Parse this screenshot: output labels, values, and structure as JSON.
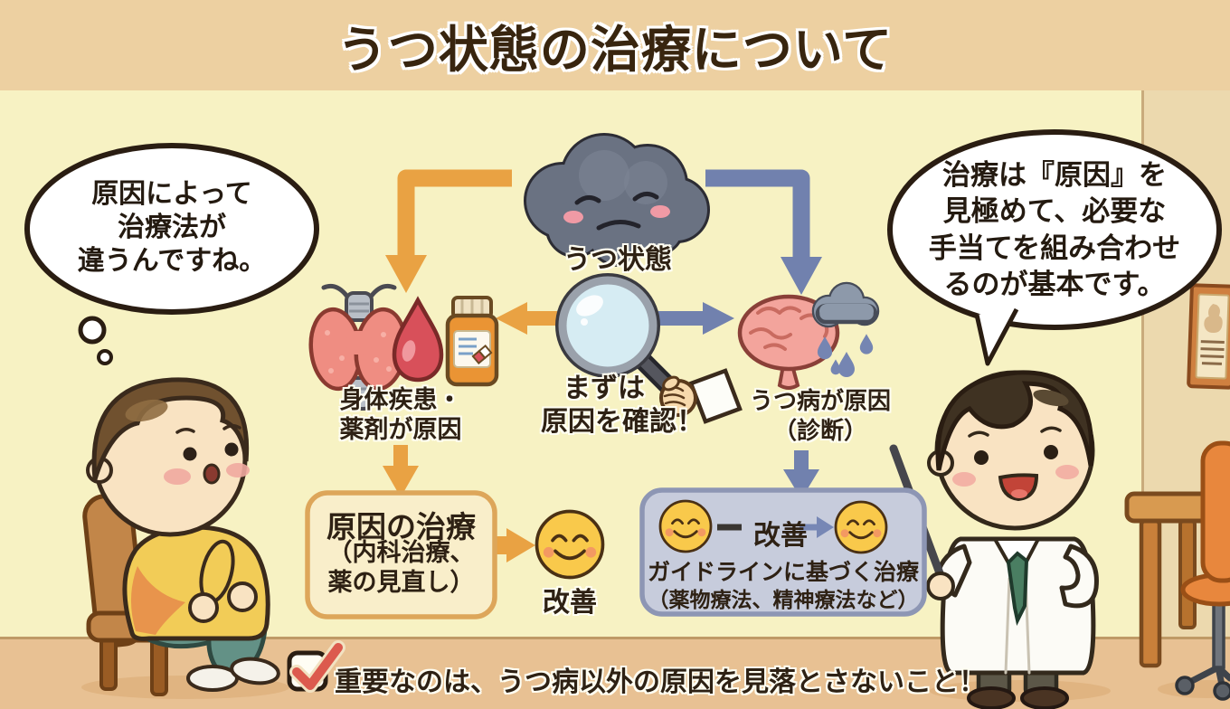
{
  "title": "うつ状態の治療について",
  "child_thought_bubble": {
    "lines": [
      "原因によって",
      "治療法が",
      "違うんですね。"
    ]
  },
  "doctor_speech_bubble": {
    "lines": [
      "治療は『原因』を",
      "見極めて、必要な",
      "手当てを組み合わせ",
      "るのが基本です。"
    ]
  },
  "flow": {
    "root_label": "うつ状態",
    "check_step": {
      "line1": "まずは",
      "line2": "原因を確認！"
    },
    "left_branch": {
      "cause_line1": "身体疾患・",
      "cause_line2": "薬剤が原因",
      "box_title": "原因の治療",
      "box_sub1": "（内科治療、",
      "box_sub2": "薬の見直し）",
      "outcome_label": "改善"
    },
    "right_branch": {
      "cause_line1": "うつ病が原因",
      "cause_line2": "（診断）",
      "improve_label": "改善",
      "box_line1": "ガイドラインに基づく治療",
      "box_line2": "（薬物療法、精神療法など）"
    }
  },
  "footer": {
    "note": "重要なのは、うつ病以外の原因を見落とさないこと！"
  },
  "icons": {
    "root": "sad-cloud-icon",
    "check": "magnifying-glass-icon",
    "left_causes": [
      "thyroid-icon",
      "blood-drop-icon",
      "medicine-bottle-icon"
    ],
    "right_causes": [
      "brain-icon",
      "rain-cloud-icon"
    ],
    "outcome": "smiley-face-icon",
    "footer": "checked-checkbox-icon"
  },
  "colors": {
    "header_bg": "#edd0a1",
    "panel_bg": "#f7f2c3",
    "side_wall_bg": "#ecd9ae",
    "floor_bg": "#e8c193",
    "text_dark": "#2e2114",
    "physical_path_orange": "#e9a243",
    "depression_path_blue": "#7181ae",
    "left_box_fill": "#f9eeca",
    "left_box_border": "#dda65a",
    "right_box_fill": "#c7ccdc",
    "right_box_border": "#8d96b4",
    "check_red": "#dc5a4e",
    "smiley_yellow": "#f9c94b"
  }
}
